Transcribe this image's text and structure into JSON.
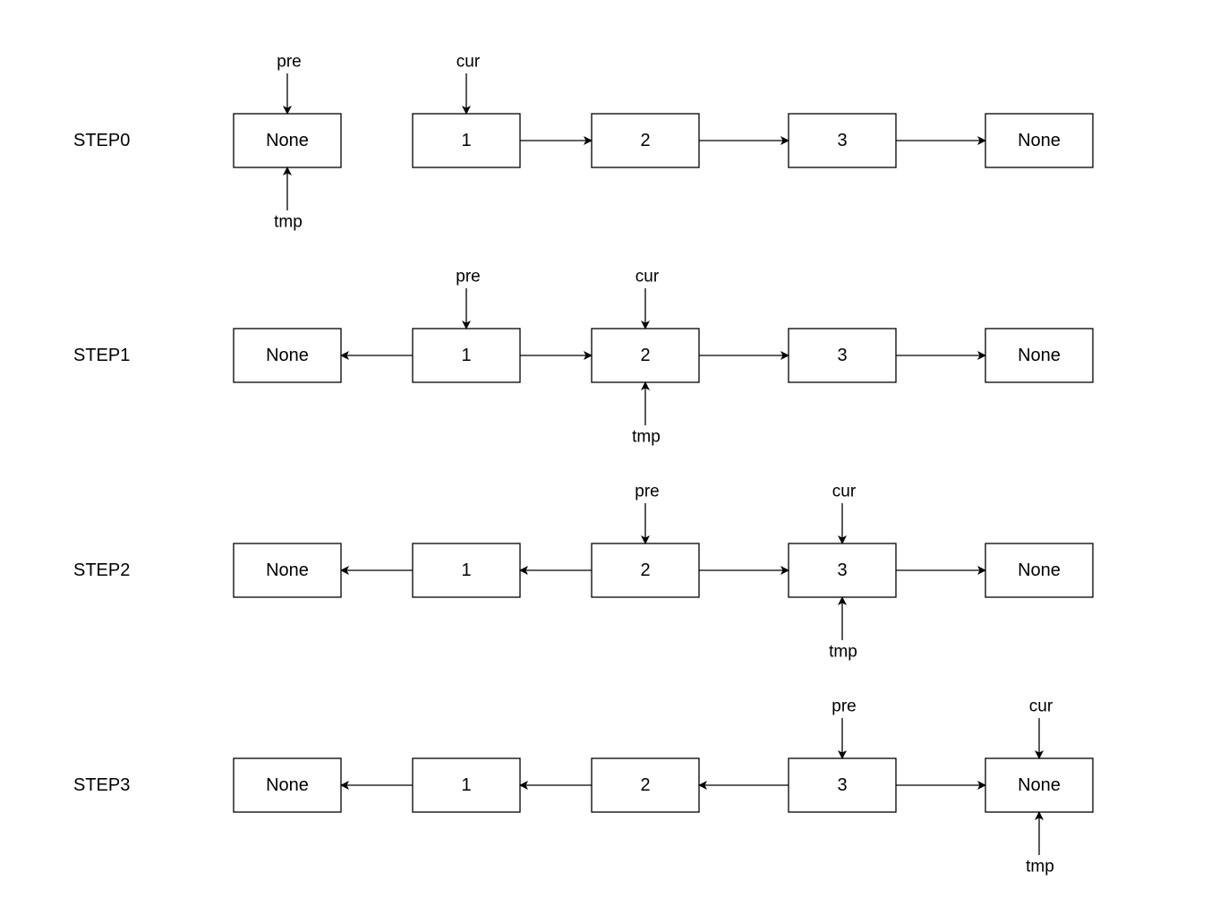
{
  "steps": [
    {
      "label": "STEP0",
      "nodes": [
        "None",
        "1",
        "2",
        "3",
        "None"
      ],
      "links": [
        "none",
        "right",
        "right",
        "right"
      ],
      "pointers": {
        "pre": 0,
        "cur": 1,
        "tmp": 0
      }
    },
    {
      "label": "STEP1",
      "nodes": [
        "None",
        "1",
        "2",
        "3",
        "None"
      ],
      "links": [
        "left",
        "right",
        "right",
        "right"
      ],
      "pointers": {
        "pre": 1,
        "cur": 2,
        "tmp": 2
      }
    },
    {
      "label": "STEP2",
      "nodes": [
        "None",
        "1",
        "2",
        "3",
        "None"
      ],
      "links": [
        "left",
        "left",
        "right",
        "right"
      ],
      "pointers": {
        "pre": 2,
        "cur": 3,
        "tmp": 3
      }
    },
    {
      "label": "STEP3",
      "nodes": [
        "None",
        "1",
        "2",
        "3",
        "None"
      ],
      "links": [
        "left",
        "left",
        "left",
        "right"
      ],
      "pointers": {
        "pre": 3,
        "cur": 4,
        "tmp": 4
      }
    }
  ],
  "pointer_labels": {
    "pre": "pre",
    "cur": "cur",
    "tmp": "tmp"
  }
}
